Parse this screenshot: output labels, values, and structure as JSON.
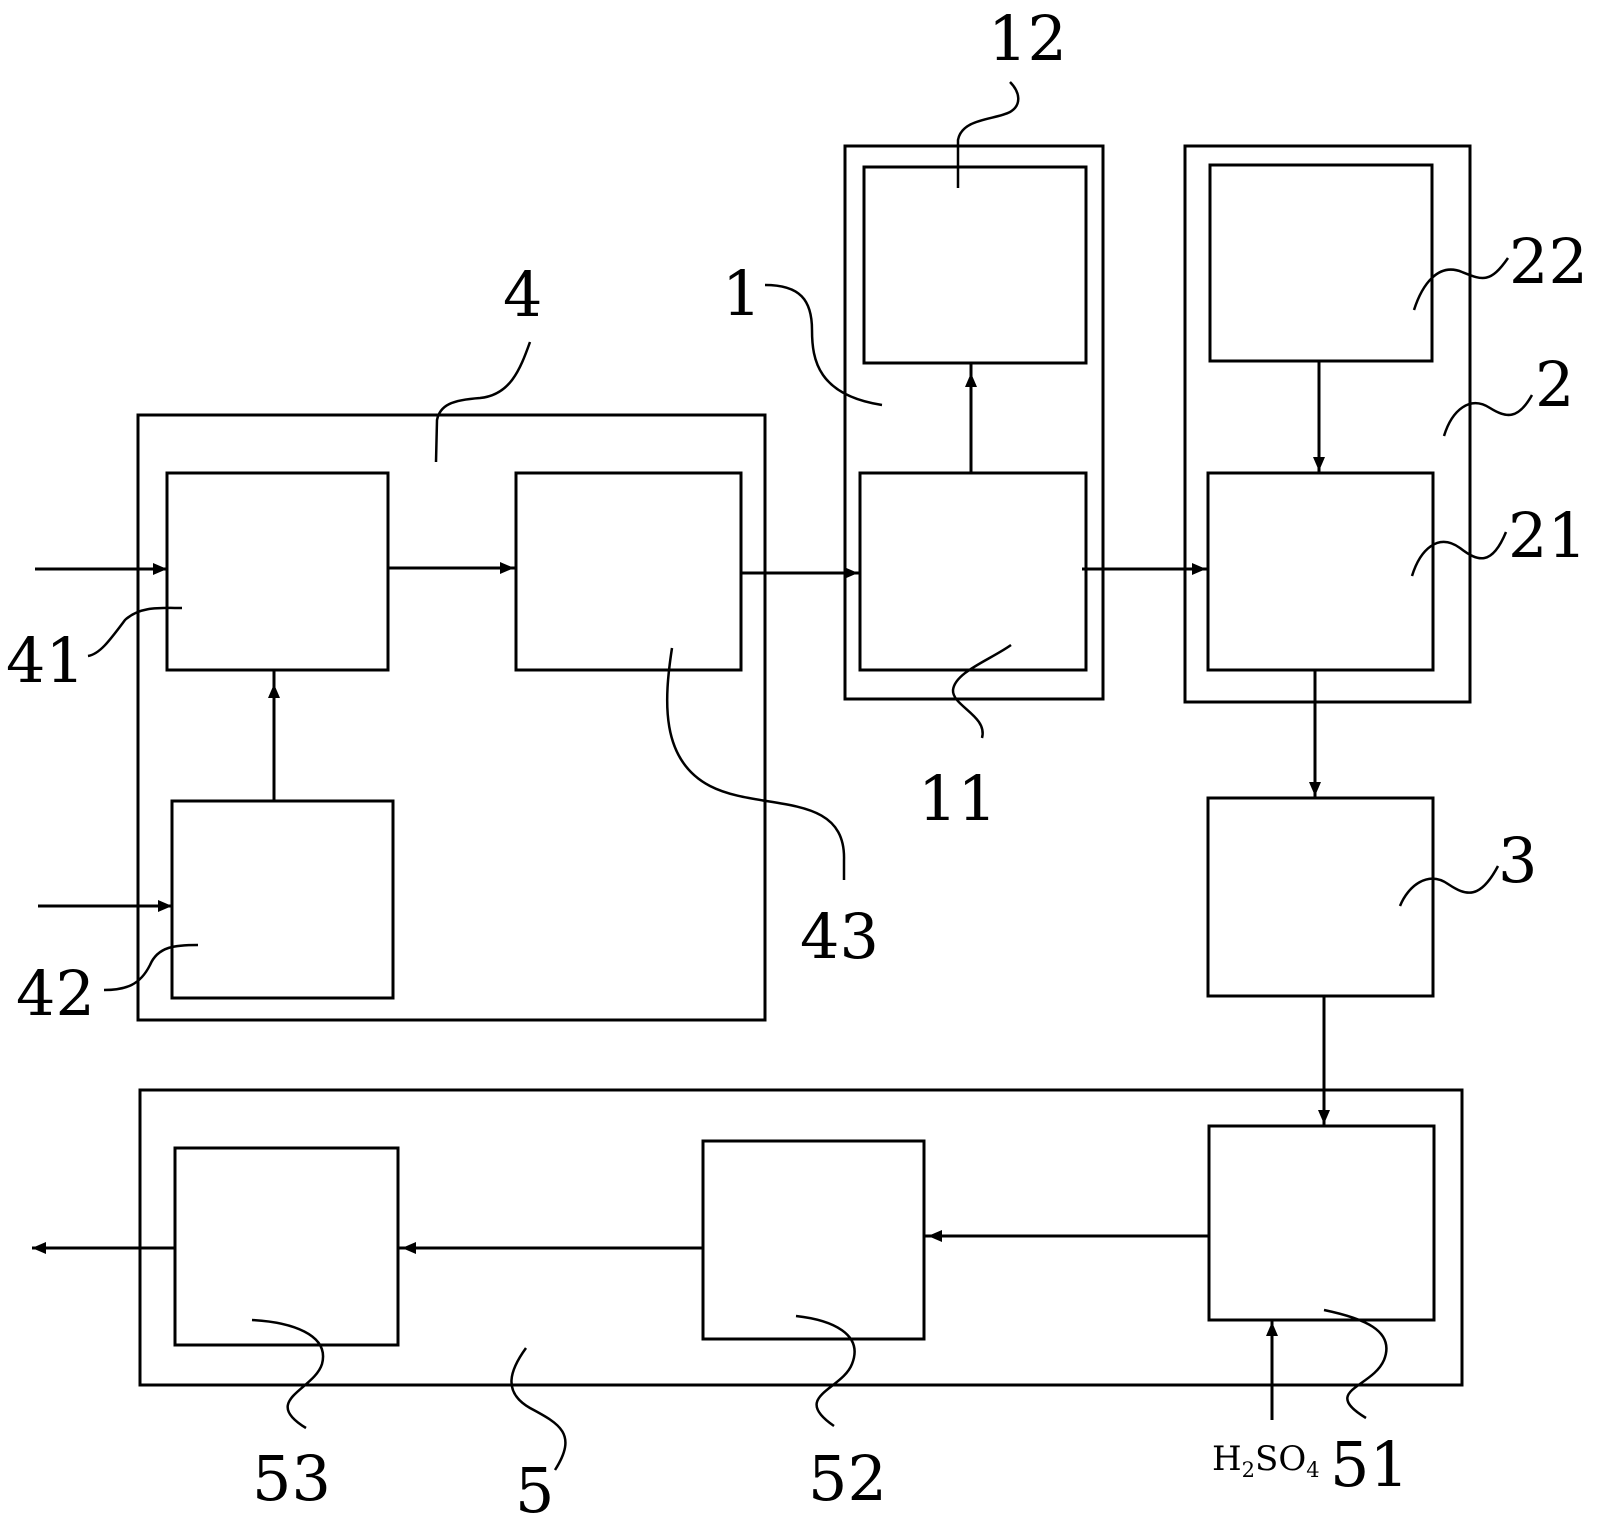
{
  "labels": {
    "l1": "1",
    "l11": "11",
    "l12": "12",
    "l2": "2",
    "l21": "21",
    "l22": "22",
    "l3": "3",
    "l4": "4",
    "l41": "41",
    "l42": "42",
    "l43": "43",
    "l5": "5",
    "l51": "51",
    "l52": "52",
    "l53": "53"
  },
  "acid_input": {
    "h": "H",
    "h_sub": "2",
    "so": "SO",
    "so_sub": "4"
  }
}
